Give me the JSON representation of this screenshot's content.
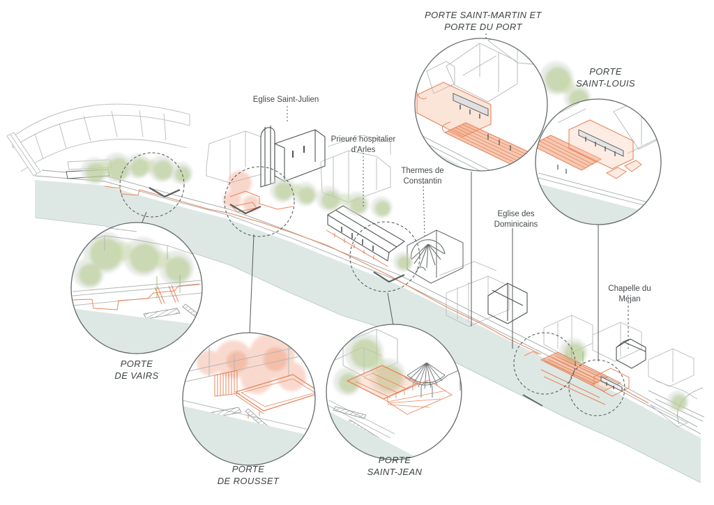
{
  "labels": {
    "gates": [
      {
        "id": "porte-saint-martin-et-porte-du-port",
        "text": "PORTE SAINT-MARTIN ET\nPORTE DU PORT"
      },
      {
        "id": "porte-saint-louis",
        "text": "PORTE\nSAINT-LOUIS"
      },
      {
        "id": "porte-de-vairs",
        "text": "PORTE\nDE VAIRS"
      },
      {
        "id": "porte-de-rousset",
        "text": "PORTE\nDE ROUSSET"
      },
      {
        "id": "porte-saint-jean",
        "text": "PORTE\nSAINT-JEAN"
      }
    ],
    "landmarks": [
      {
        "id": "eglise-saint-julien",
        "text": "Eglise Saint-Julien"
      },
      {
        "id": "prieure-hospitalier",
        "text": "Prieuré hospitalier\nd'Arles"
      },
      {
        "id": "thermes-de-constantin",
        "text": "Thermes de\nConstantin"
      },
      {
        "id": "eglise-des-dominicains",
        "text": "Eglise des\nDominicains"
      },
      {
        "id": "chapelle-du-mejan",
        "text": "Chapelle du\nMéjan"
      }
    ]
  },
  "colors": {
    "accent_orange": "#E8845B",
    "orange_wash": "#EFA184",
    "tree_green": "#AAC780",
    "river": "#DDE8E4",
    "line_light": "#B6BABB",
    "line_dark": "#4D5252",
    "text": "#44494B"
  }
}
